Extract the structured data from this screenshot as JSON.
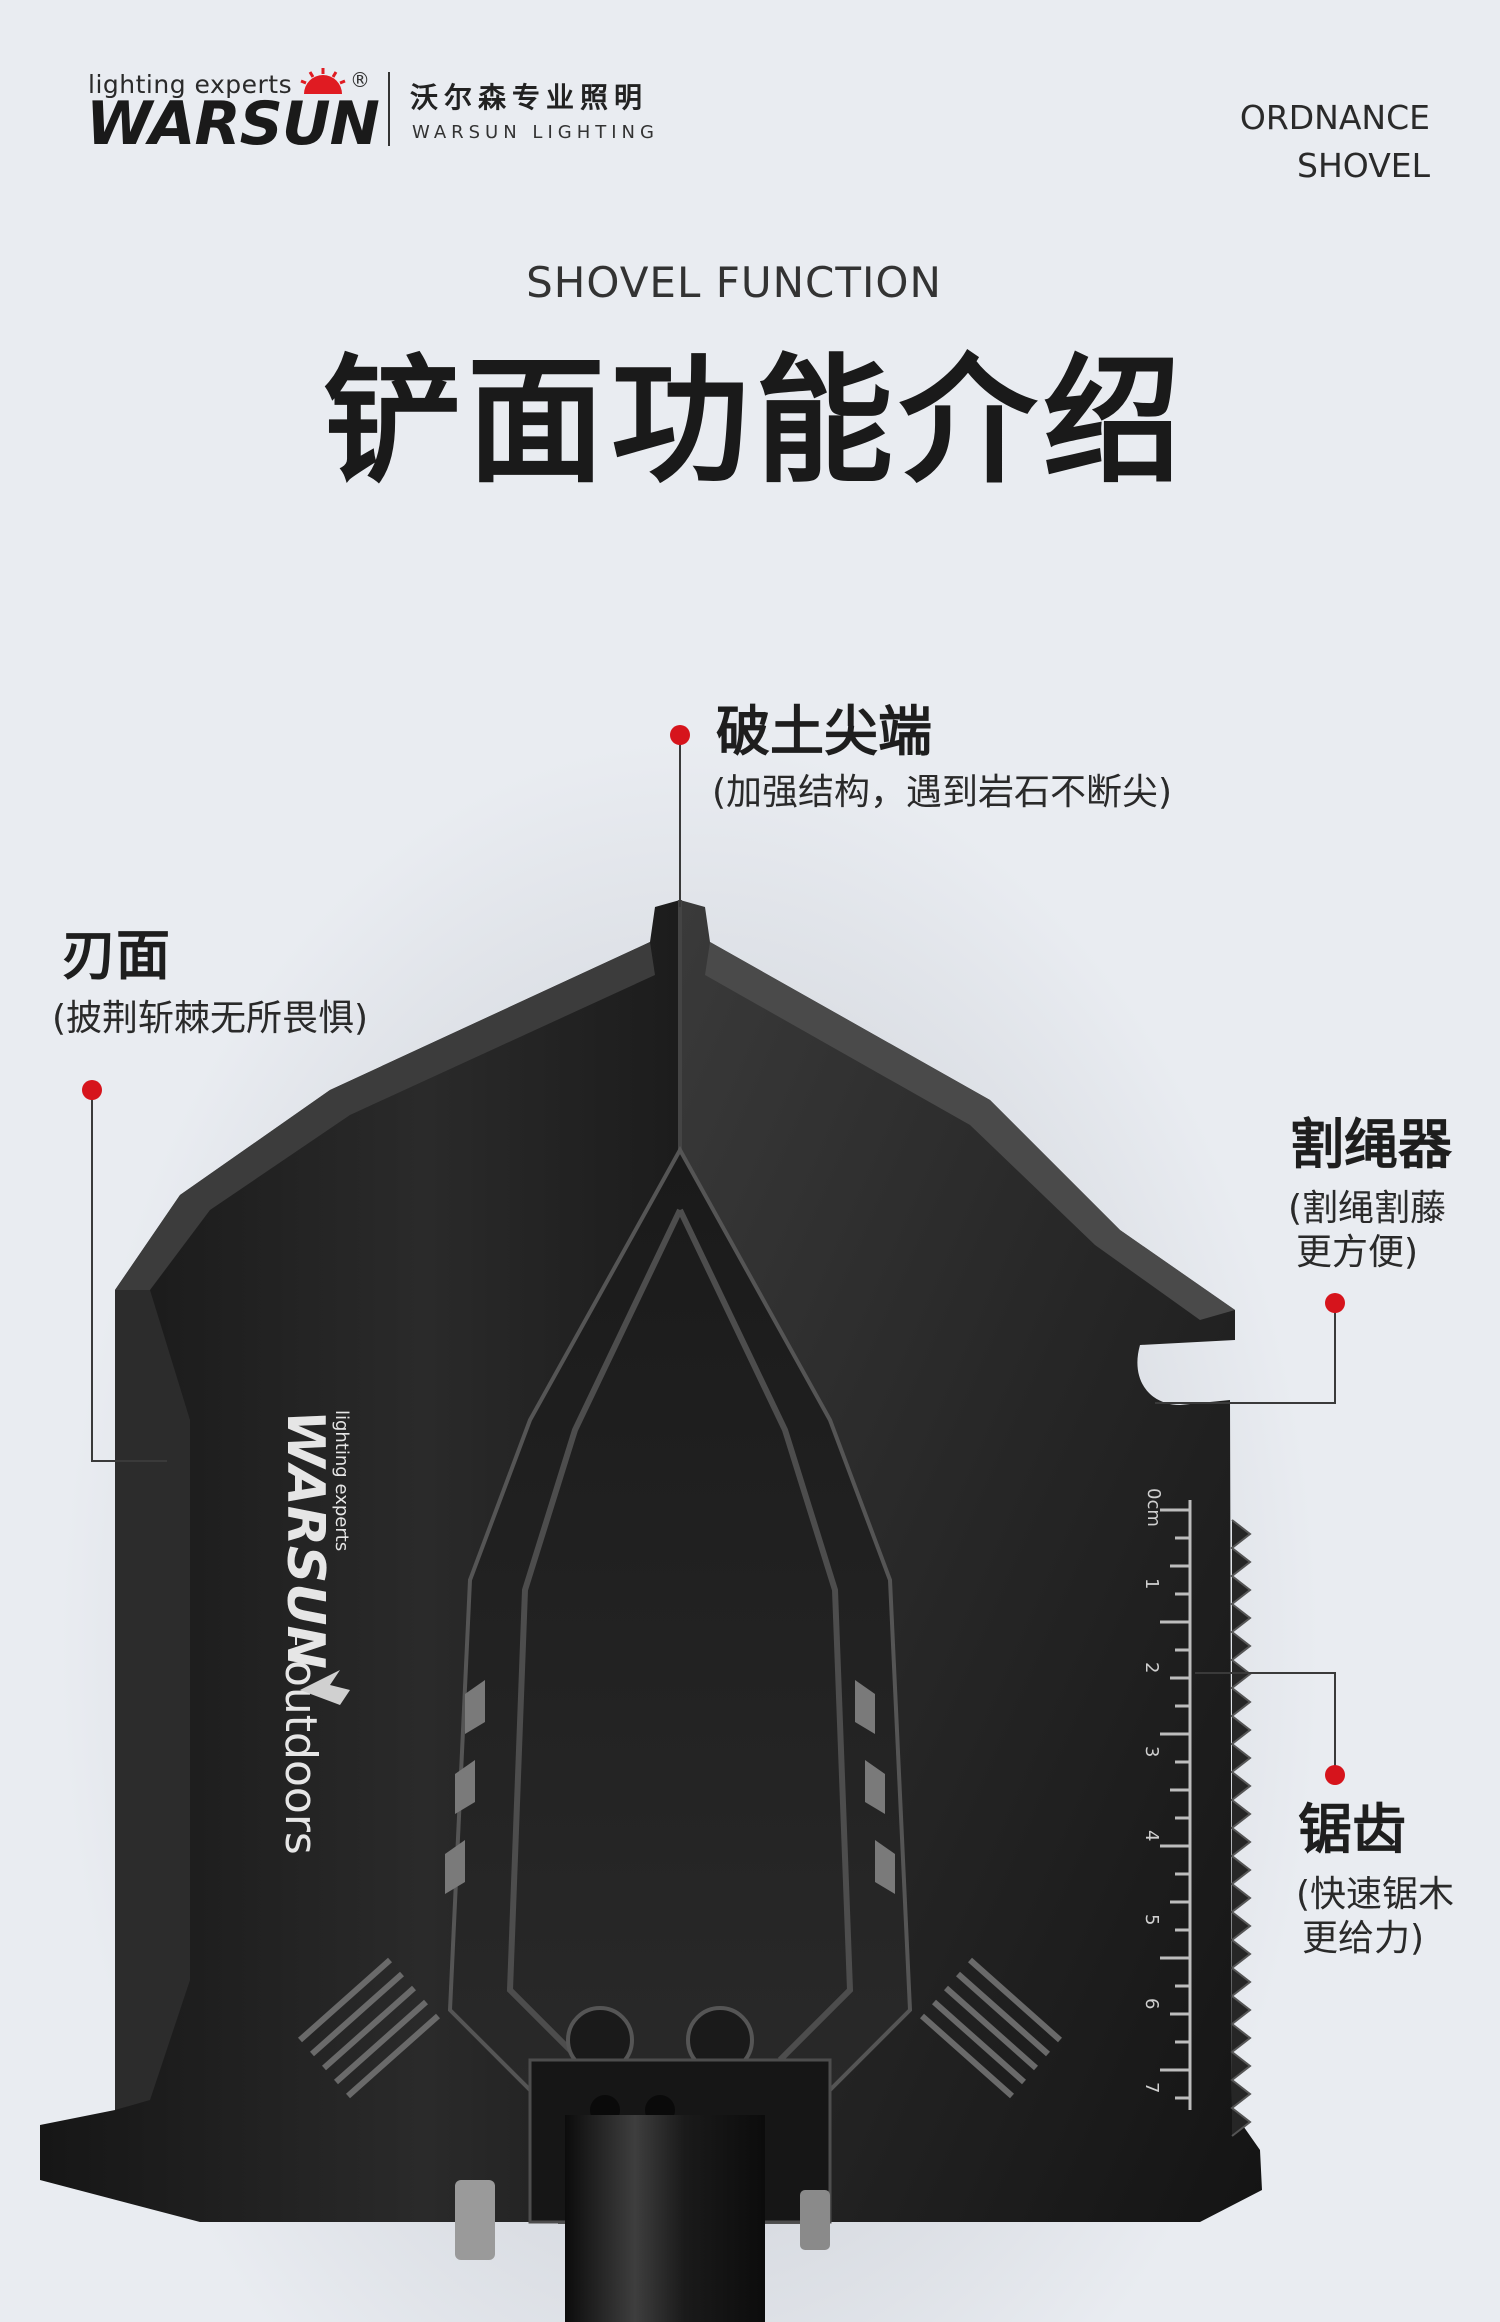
{
  "brand": {
    "tagline": "lighting experts",
    "registered": "®",
    "logo_text": "WARSUN",
    "name_cn": "沃尔森专业照明",
    "name_en": "WARSUN LIGHTING"
  },
  "product_type": [
    "ORDNANCE",
    "SHOVEL"
  ],
  "section": {
    "title_en": "SHOVEL FUNCTION",
    "title_cn": "铲面功能介绍"
  },
  "callouts": {
    "tip": {
      "title": "破土尖端",
      "desc": "(加强结构，遇到岩石不断尖)"
    },
    "blade": {
      "title": "刃面",
      "desc": "(披荆斩棘无所畏惧)"
    },
    "cutter": {
      "title": "割绳器",
      "desc_lines": [
        "(割绳割藤",
        "更方便)"
      ]
    },
    "saw": {
      "title": "锯齿",
      "desc_lines": [
        "(快速锯木",
        "更给力)"
      ]
    }
  },
  "shovel_marks": {
    "tagline": "lighting experts",
    "logo": "WARSUN",
    "sub": "outdoors",
    "ruler_unit": "0cm",
    "ruler_numbers": [
      "1",
      "2",
      "3",
      "4",
      "5",
      "6",
      "7"
    ]
  },
  "colors": {
    "accent_dot": "#d6141c",
    "background": "#e9ecf1",
    "shovel": "#1b1b1b"
  }
}
